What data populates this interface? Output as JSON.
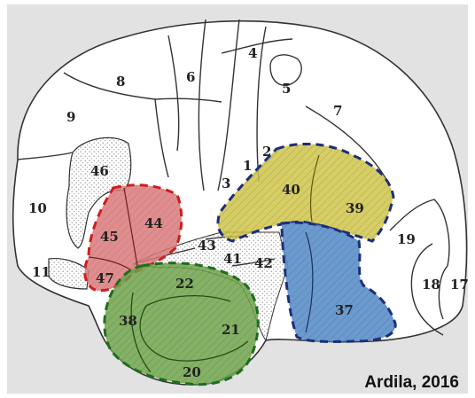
{
  "figure": {
    "credit": "Ardila, 2016"
  },
  "colors": {
    "background": "#e2e2e2",
    "brain_fill": "#ffffff",
    "outline": "#333333",
    "stipple": "#8c8c8c",
    "red_region": "#d9797a",
    "red_border": "#cc1f1f",
    "green_region": "#6fa34a",
    "green_border": "#1e6e1e",
    "yellow_region": "#cfc44a",
    "blue_region": "#5b8fca",
    "blue_border": "#1d2f7a"
  },
  "highlighted_regions": [
    {
      "id": "red",
      "areas": [
        "44",
        "45",
        "47"
      ]
    },
    {
      "id": "green",
      "areas": [
        "22",
        "38",
        "21",
        "20"
      ]
    },
    {
      "id": "yellow",
      "areas": [
        "40",
        "39"
      ]
    },
    {
      "id": "blue",
      "areas": [
        "37"
      ]
    }
  ],
  "areas": {
    "a1": "1",
    "a2": "2",
    "a3": "3",
    "a4": "4",
    "a5": "5",
    "a6": "6",
    "a7": "7",
    "a8": "8",
    "a9": "9",
    "a10": "10",
    "a11": "11",
    "a17": "17",
    "a18": "18",
    "a19": "19",
    "a20": "20",
    "a21": "21",
    "a22": "22",
    "a37": "37",
    "a38": "38",
    "a39": "39",
    "a40": "40",
    "a41": "41",
    "a42": "42",
    "a43": "43",
    "a44": "44",
    "a45": "45",
    "a46": "46",
    "a47": "47"
  }
}
